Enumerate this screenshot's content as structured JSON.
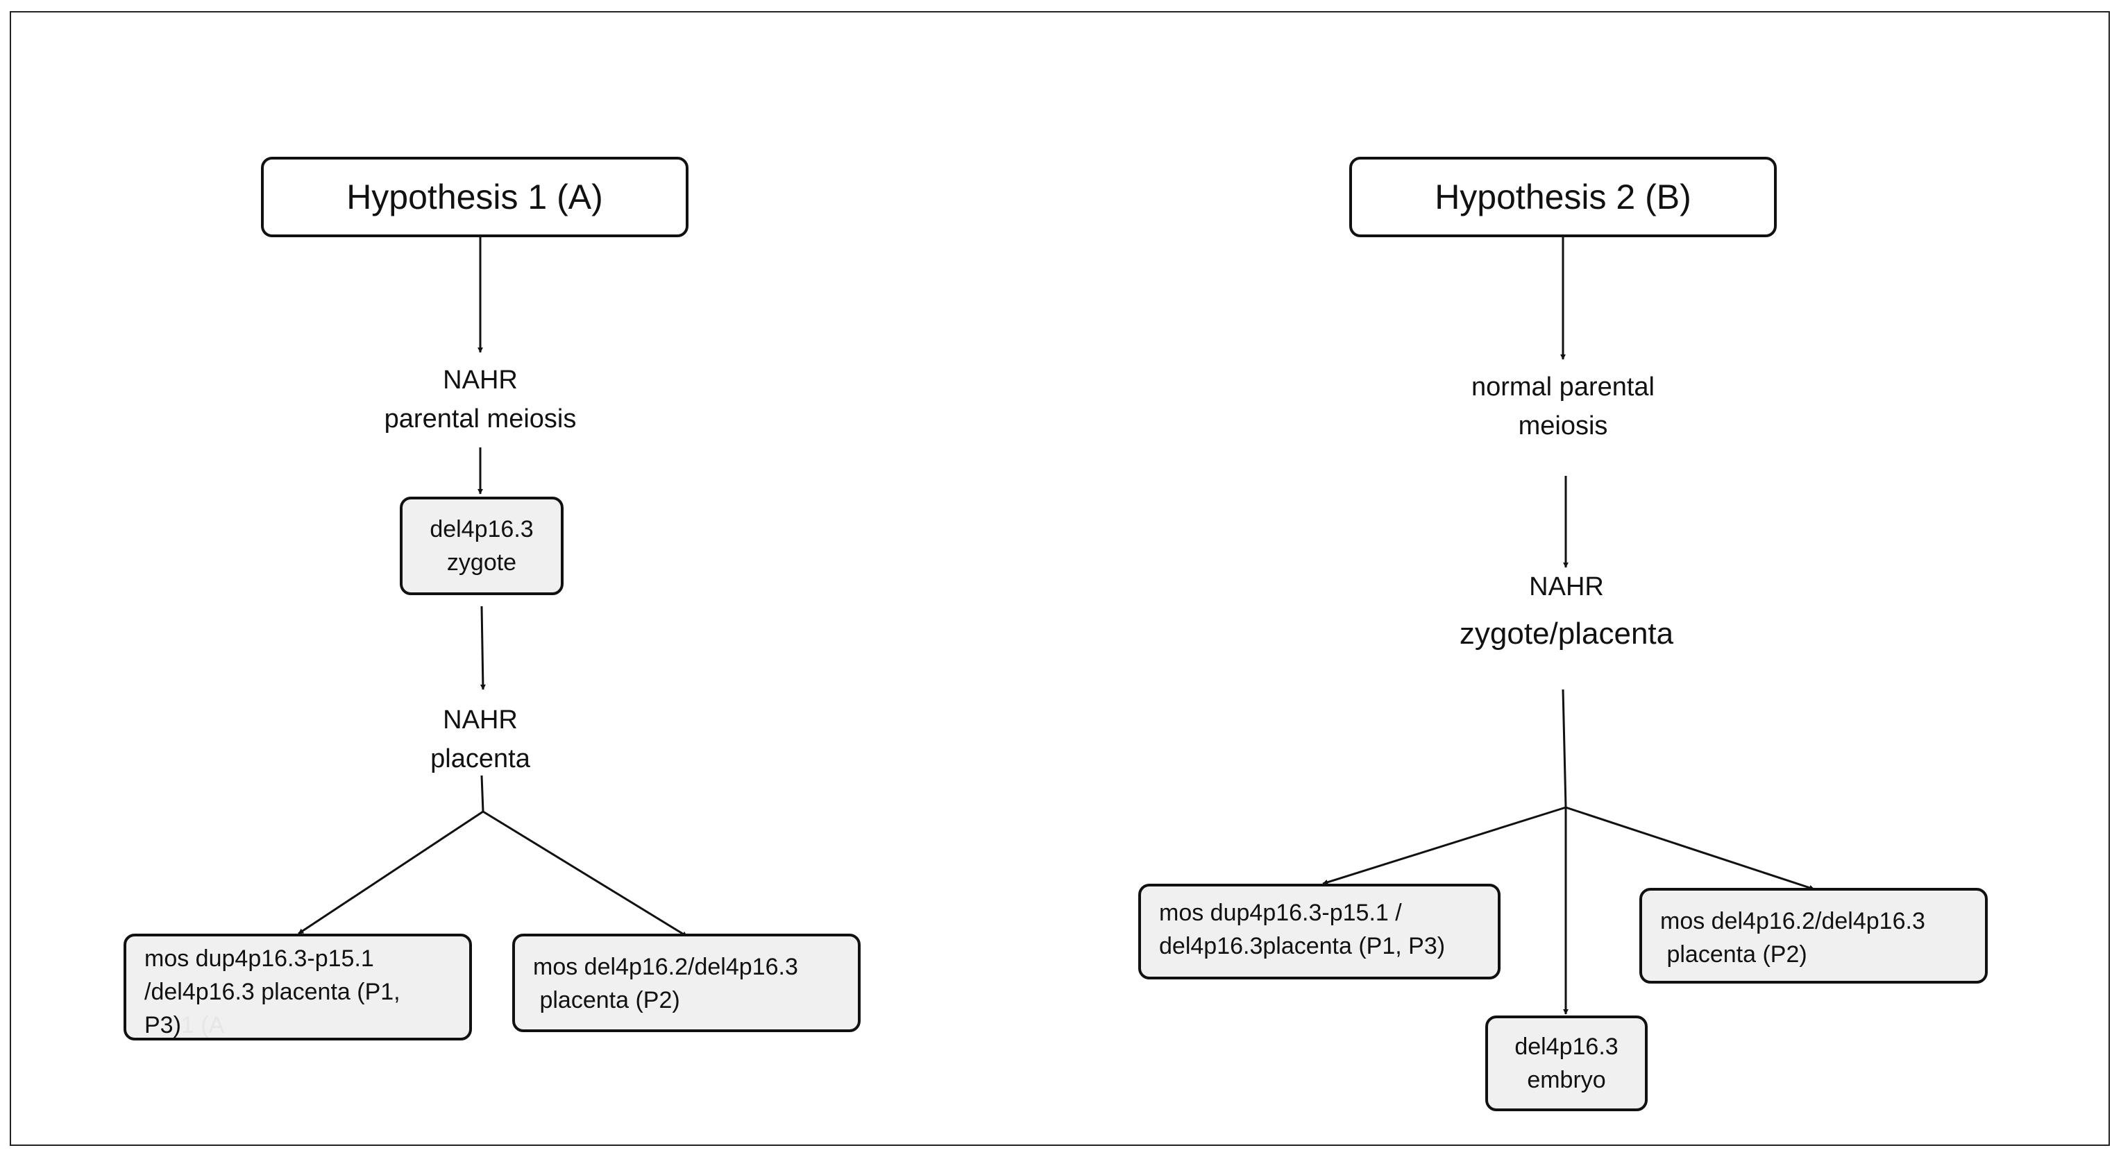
{
  "colors": {
    "line": "#111111",
    "box_fill": "#f0f0f0",
    "title_fill": "#ffffff"
  },
  "hypothesis1": {
    "title": "Hypothesis 1 (A)",
    "step1": [
      "NAHR",
      "parental meiosis"
    ],
    "box_zygote": [
      "del4p16.3",
      "zygote"
    ],
    "step2": [
      "NAHR",
      "placenta"
    ],
    "leaf_left": [
      "mos dup4p16.3-p15.1",
      "/del4p16.3 placenta (P1,",
      "P3)"
    ],
    "leaf_left_ghost": "1 (A",
    "leaf_right": [
      "mos del4p16.2/del4p16.3",
      " placenta (P2)"
    ]
  },
  "hypothesis2": {
    "title": "Hypothesis 2 (B)",
    "step1": [
      "normal parental",
      "meiosis"
    ],
    "step2_line1": "NAHR",
    "step2_line2": "zygote/placenta",
    "leaf_left": [
      "mos dup4p16.3-p15.1 /",
      "del4p16.3placenta (P1, P3)"
    ],
    "leaf_right": [
      "mos del4p16.2/del4p16.3",
      " placenta (P2)"
    ],
    "leaf_center": [
      "del4p16.3",
      "embryo"
    ]
  }
}
